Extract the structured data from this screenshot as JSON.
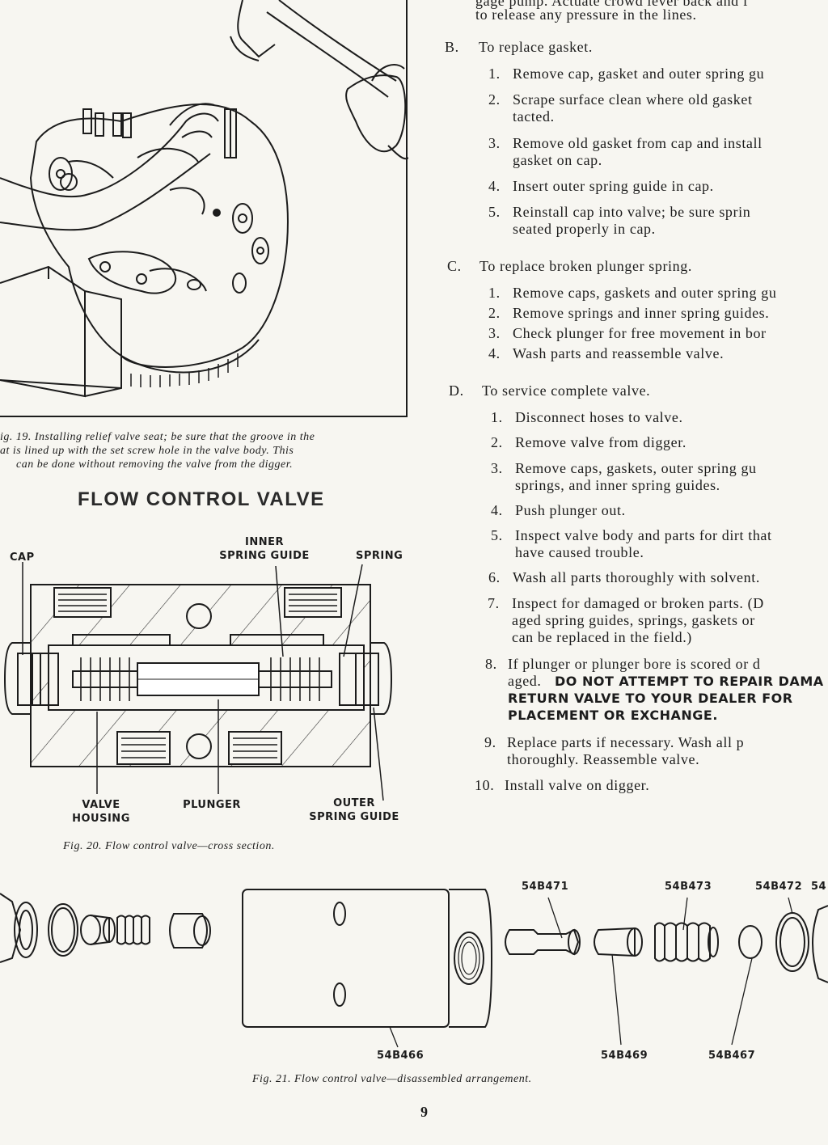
{
  "intro": {
    "line1": "gage pump. Actuate crowd lever back and f",
    "line2": "to release any pressure in the lines."
  },
  "fig19": {
    "caption1": "ig. 19. Installing relief valve seat; be sure that the groove in the",
    "caption2": "at is lined up with the set screw hole in the valve body. This",
    "caption3": "can be done without removing the valve from the digger."
  },
  "section_title": "FLOW CONTROL VALVE",
  "fig20": {
    "labels": {
      "cap": "CAP",
      "inner_1": "INNER",
      "inner_2": "SPRING GUIDE",
      "spring": "SPRING",
      "housing_1": "VALVE",
      "housing_2": "HOUSING",
      "plunger": "PLUNGER",
      "outer_1": "OUTER",
      "outer_2": "SPRING GUIDE"
    },
    "caption": "Fig. 20. Flow control valve—cross section."
  },
  "sections": [
    {
      "letter": "B.",
      "title": "To replace gasket.",
      "steps": [
        {
          "num": "1.",
          "lines": [
            "Remove cap, gasket and outer spring gu"
          ]
        },
        {
          "num": "2.",
          "lines": [
            "Scrape surface clean where old gasket",
            "tacted."
          ]
        },
        {
          "num": "3.",
          "lines": [
            "Remove old gasket from cap and install",
            "gasket on cap."
          ]
        },
        {
          "num": "4.",
          "lines": [
            "Insert outer spring guide in cap."
          ]
        },
        {
          "num": "5.",
          "lines": [
            "Reinstall cap into valve; be sure sprin",
            "seated properly in cap."
          ]
        }
      ]
    },
    {
      "letter": "C.",
      "title": "To replace broken plunger spring.",
      "steps": [
        {
          "num": "1.",
          "lines": [
            "Remove caps, gaskets and outer spring gu"
          ]
        },
        {
          "num": "2.",
          "lines": [
            "Remove springs and inner spring guides."
          ]
        },
        {
          "num": "3.",
          "lines": [
            "Check plunger for free movement in bor"
          ]
        },
        {
          "num": "4.",
          "lines": [
            "Wash parts and reassemble valve."
          ]
        }
      ]
    },
    {
      "letter": "D.",
      "title": "To service complete valve.",
      "steps": [
        {
          "num": "1.",
          "lines": [
            "Disconnect hoses to valve."
          ]
        },
        {
          "num": "2.",
          "lines": [
            "Remove valve from digger."
          ]
        },
        {
          "num": "3.",
          "lines": [
            "Remove caps, gaskets, outer spring gu",
            "springs, and inner spring guides."
          ]
        },
        {
          "num": "4.",
          "lines": [
            "Push plunger out."
          ]
        },
        {
          "num": "5.",
          "lines": [
            "Inspect valve body and parts for dirt that",
            "have caused trouble."
          ]
        },
        {
          "num": "6.",
          "lines": [
            "Wash all parts thoroughly with solvent."
          ]
        },
        {
          "num": "7.",
          "lines": [
            "Inspect for damaged or broken parts. (D",
            "aged spring guides, springs, gaskets or",
            "can be replaced in the field.)"
          ]
        },
        {
          "num": "8.",
          "lines": [
            "If plunger or plunger bore is scored or d",
            "aged."
          ],
          "bold": [
            "DO NOT ATTEMPT TO REPAIR DAMA",
            "RETURN VALVE TO YOUR DEALER FOR",
            "PLACEMENT OR EXCHANGE."
          ]
        },
        {
          "num": "9.",
          "lines": [
            "Replace parts if necessary. Wash all p",
            "thoroughly. Reassemble valve."
          ]
        },
        {
          "num": "10.",
          "lines": [
            "Install valve on digger."
          ]
        }
      ]
    }
  ],
  "fig21": {
    "parts": {
      "p471": "54B471",
      "p473": "54B473",
      "p472": "54B472",
      "p54": "54",
      "p466": "54B466",
      "p469": "54B469",
      "p467": "54B467"
    },
    "caption": "Fig. 21. Flow control valve—disassembled arrangement."
  },
  "page_number": "9"
}
